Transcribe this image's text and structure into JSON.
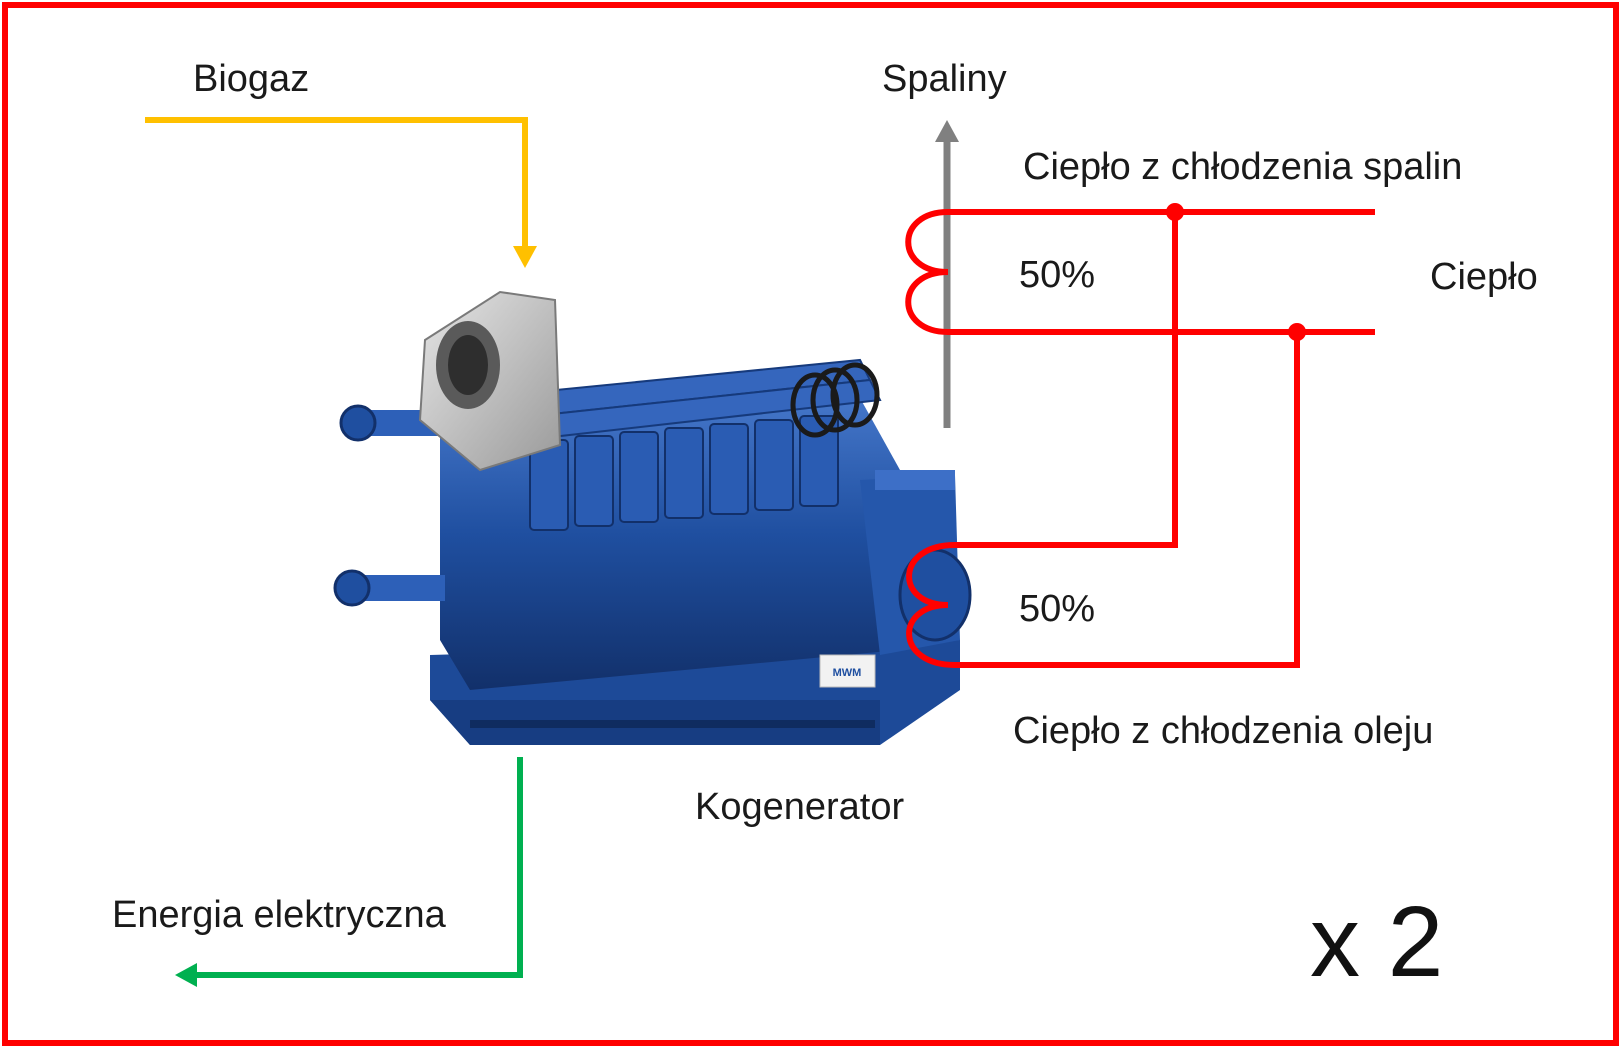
{
  "labels": {
    "input_fuel": "Biogaz",
    "exhaust": "Spaliny",
    "heat_from_exhaust": "Ciepło z chłodzenia spalin",
    "heat": "Ciepło",
    "percent_top": "50%",
    "percent_bottom": "50%",
    "heat_from_oil": "Ciepło z chłodzenia oleju",
    "device": "Kogenerator",
    "electricity": "Energia elektryczna",
    "multiplier": "x 2"
  },
  "image": {
    "alt": "engine-illustration",
    "logo": "MWM"
  },
  "colors": {
    "frame": "#ff0000",
    "biogas_line": "#ffc000",
    "exhaust_arrow": "#808080",
    "heat_lines": "#ff0000",
    "electricity_line": "#00b050",
    "engine_body": "#1f4fa0",
    "engine_dark": "#12306a",
    "engine_light": "#3d6fc7",
    "flywheel_housing": "#c8c8c8"
  }
}
